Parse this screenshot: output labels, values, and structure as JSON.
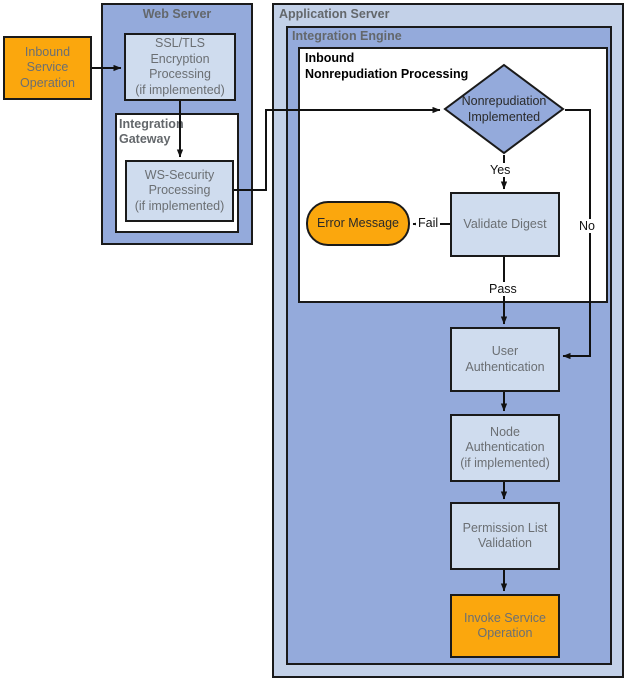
{
  "diagram": {
    "title": "Inbound integration processing flow",
    "colors": {
      "panel_outer": "#c3d1e8",
      "panel_mid": "#94aadb",
      "panel_white": "#ffffff",
      "process_fill": "#cfdcee",
      "accent_orange": "#fba70d",
      "stroke": "#1a1a1a",
      "muted_text": "#6b6f73"
    }
  },
  "panels": {
    "web_server": {
      "label": "Web Server"
    },
    "integration_gateway": {
      "label": "Integration\nGateway"
    },
    "application_server": {
      "label": "Application Server"
    },
    "integration_engine": {
      "label": "Integration Engine"
    },
    "inbound_nonrepudiation": {
      "label": "Inbound\nNonrepudiation Processing"
    }
  },
  "nodes": {
    "inbound_service_operation": {
      "label": "Inbound\nService\nOperation",
      "shape": "terminator"
    },
    "ssl_tls": {
      "label": "SSL/TLS\nEncryption\nProcessing\n(if implemented)",
      "shape": "process"
    },
    "ws_security": {
      "label": "WS-Security\nProcessing\n(if implemented)",
      "shape": "process"
    },
    "nonrepudiation_implemented": {
      "label": "Nonrepudiation\nImplemented",
      "shape": "decision"
    },
    "validate_digest": {
      "label": "Validate Digest",
      "shape": "process"
    },
    "error_message": {
      "label": "Error Message",
      "shape": "stadium"
    },
    "user_authentication": {
      "label": "User\nAuthentication",
      "shape": "process"
    },
    "node_authentication": {
      "label": "Node\nAuthentication\n(if implemented)",
      "shape": "process"
    },
    "permission_list_validation": {
      "label": "Permission List\nValidation",
      "shape": "process"
    },
    "invoke_service_operation": {
      "label": "Invoke Service\nOperation",
      "shape": "terminator"
    }
  },
  "edge_labels": {
    "yes": "Yes",
    "no": "No",
    "fail": "Fail",
    "pass": "Pass"
  }
}
